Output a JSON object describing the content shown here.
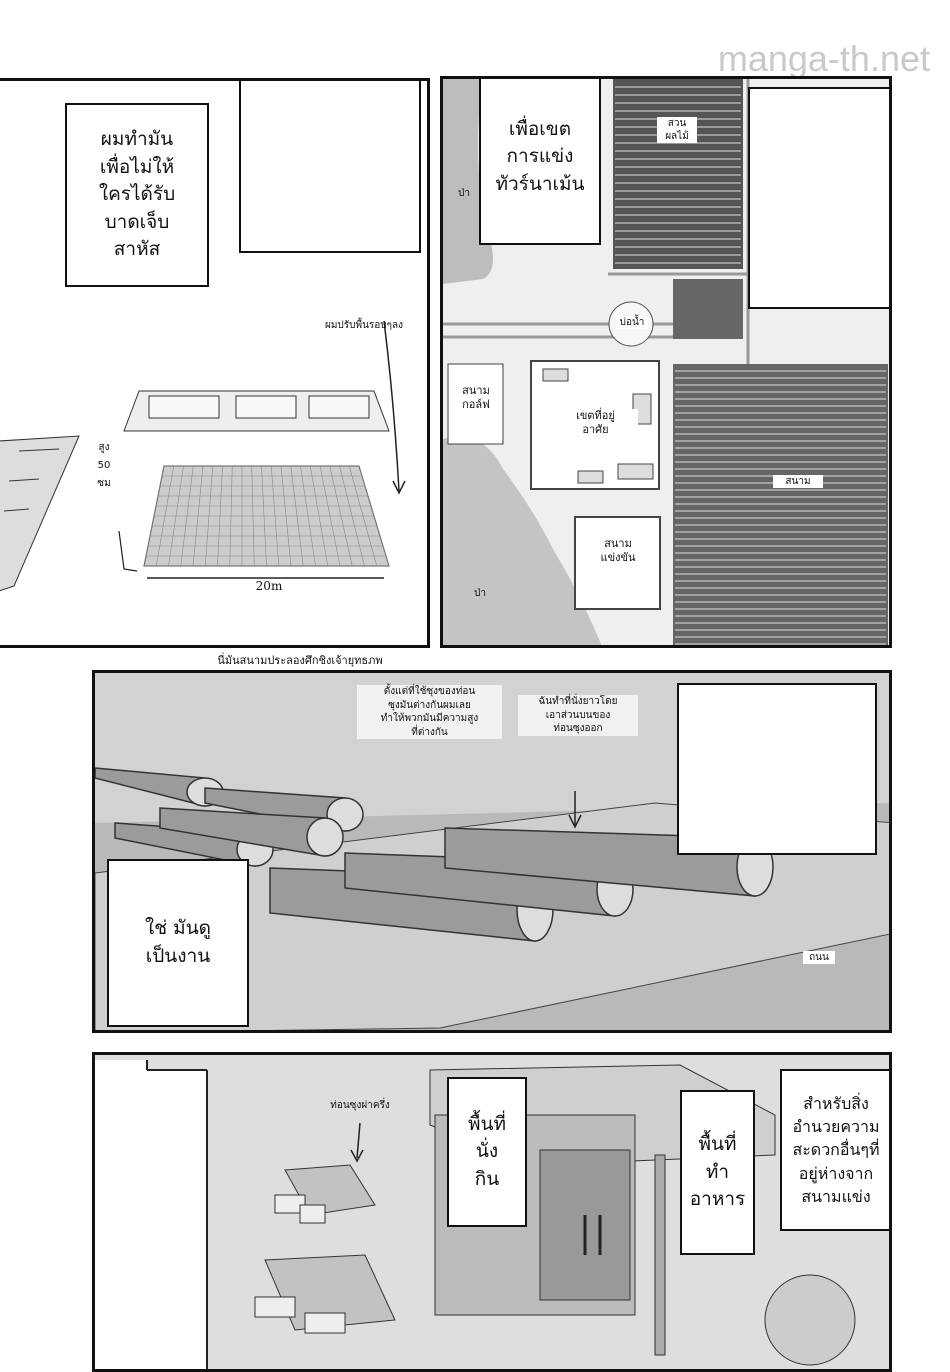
{
  "watermark": "manga-th.net",
  "panel1": {
    "bubble": "ผมทำมัน\nเพื่อไม่ให้\nใครได้รับ\nบาดเจ็บ\nสาหัส",
    "note_floor": "ผมปรับพื้นรอบๆลง",
    "note_height": "สูง\n50\nซม",
    "note_width": "20m"
  },
  "panel2": {
    "bubble": "เพื่อเขต\nการแข่ง\nทัวร์นาเม้น",
    "orchard": "สวน\nผลไม้",
    "forest_top": "ป่า",
    "forest_bottom": "ป่า",
    "pond": "บ่อน้ำ",
    "golf": "สนาม\nกอล์ฟ",
    "residence": "เขตที่อยู่\nอาศัย",
    "field": "สนาม",
    "arena": "สนาม\nแข่งขัน"
  },
  "caption": "นี่มันสนามประลองศึกชิงเจ้ายุทธภพ",
  "panel3": {
    "note_logs": "ตั้งแต่ที่ใช้ซุงของท่อน\nซุงมันต่างกันผมเลย\nทำให้พวกมันมีความสูง\nที่ต่างกัน",
    "note_seat": "ฉันทำที่นั่งยาวโดย\nเอาส่วนบนของ\nท่อนซุงออก",
    "bubble": "ใช่ มันดู\nเป็นงาน",
    "road": "ถนน"
  },
  "panel4": {
    "note_halflog": "ท่อนซุงผ่าครึ่ง",
    "bubble_eating": "พื้นที่\nนั่ง\nกิน",
    "bubble_cooking": "พื้นที่\nทำ\nอาหาร",
    "bubble_facilities": "สำหรับสิ่ง\nอำนวยความ\nสะดวกอื่นๆที่\nอยู่ห่างจาก\nสนามแข่ง"
  }
}
